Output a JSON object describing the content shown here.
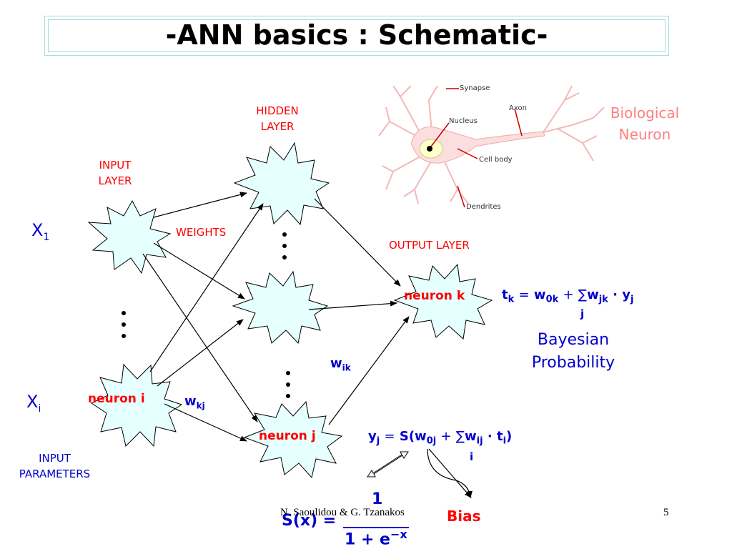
{
  "title": "-ANN basics : Schematic-",
  "layers": {
    "hidden": [
      "HIDDEN",
      "LAYER"
    ],
    "input": [
      "INPUT",
      "LAYER"
    ],
    "output": "OUTPUT LAYER",
    "weights": "WEIGHTS"
  },
  "biological": {
    "caption": [
      "Biological",
      "Neuron"
    ],
    "parts": {
      "synapse": "Synapse",
      "axon": "Axon",
      "nucleus": "Nucleus",
      "cell_body": "Cell body",
      "dendrites": "Dendrites"
    }
  },
  "neurons": {
    "i": "neuron i",
    "j": "neuron j",
    "k": "neuron k"
  },
  "inputs": {
    "x1": {
      "base": "X",
      "sub": "1"
    },
    "xi": {
      "base": "X",
      "sub": "i"
    },
    "caption": [
      "INPUT",
      "PARAMETERS"
    ]
  },
  "weights": {
    "wkj": {
      "base": "w",
      "sub": "kj"
    },
    "wik": {
      "base": "w",
      "sub": "ik"
    }
  },
  "formulas": {
    "tk": {
      "lhs": "t",
      "lhs_sub": "k",
      "eq": "=",
      "w0": "w",
      "w0_sub": "0k",
      "plus": "+",
      "sum": "∑",
      "sum_index": "j",
      "w": "w",
      "w_sub": "jk",
      "dot": "·",
      "y": "y",
      "y_sub": "j"
    },
    "yj": {
      "lhs": "y",
      "lhs_sub": "j",
      "eq": "=",
      "s": "S(w",
      "w0_sub": "0j",
      "plus": "+",
      "sum": "∑",
      "sum_index": "i",
      "w": "w",
      "w_sub": "ij",
      "dot": "·",
      "t": "t",
      "t_sub": "i",
      "close": ")"
    },
    "sigmoid": {
      "lhs": "S(x) =",
      "numerator": "1",
      "denominator": "1 + e",
      "exp": "−x"
    }
  },
  "bayes": [
    "Bayesian",
    "Probability"
  ],
  "bias": "Bias",
  "footer": "N. Saoulidou  &  G. Tzanakos",
  "page_number": "5",
  "colors": {
    "star_fill": "#e6ffff",
    "red": "#ff0000",
    "blue": "#0000cc",
    "bio_label": "#ff7f7f",
    "title_border": "#a8dcdc"
  },
  "icons": {
    "neuron_node": "star-burst",
    "connection": "arrow",
    "bio_neuron": "neuron-illustration"
  }
}
